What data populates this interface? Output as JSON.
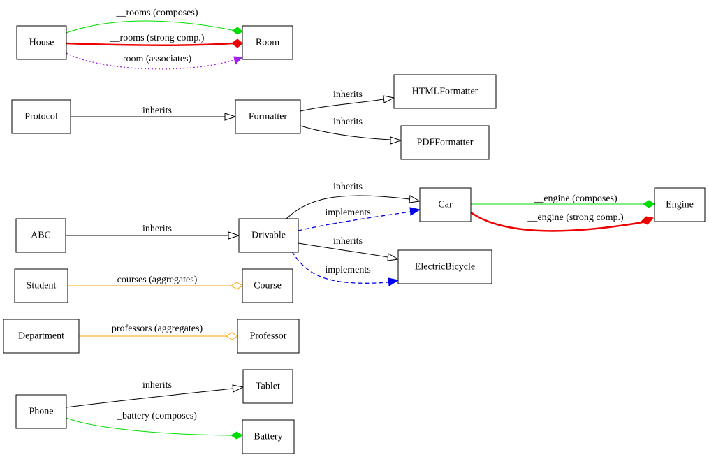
{
  "nodes": {
    "house": "House",
    "room": "Room",
    "protocol": "Protocol",
    "formatter": "Formatter",
    "htmlformatter": "HTMLFormatter",
    "pdfformatter": "PDFFormatter",
    "abc": "ABC",
    "drivable": "Drivable",
    "car": "Car",
    "engine": "Engine",
    "electricbicycle": "ElectricBicycle",
    "student": "Student",
    "course": "Course",
    "department": "Department",
    "professor": "Professor",
    "phone": "Phone",
    "tablet": "Tablet",
    "battery": "Battery"
  },
  "edges": {
    "house_room_composes": "__rooms (composes)",
    "house_room_strong": "__rooms (strong comp.)",
    "house_room_associates": "room (associates)",
    "protocol_formatter": "inherits",
    "formatter_html": "inherits",
    "formatter_pdf": "inherits",
    "drivable_car_inherits": "inherits",
    "drivable_car_implements": "implements",
    "car_engine_composes": "__engine (composes)",
    "car_engine_strong": "__engine (strong comp.)",
    "abc_drivable": "inherits",
    "drivable_ebike_inherits": "inherits",
    "drivable_ebike_implements": "implements",
    "student_course": "courses (aggregates)",
    "department_professor": "professors (aggregates)",
    "phone_tablet": "inherits",
    "phone_battery": "_battery (composes)"
  },
  "colors": {
    "inherits": "#000000",
    "composes": "#00dd00",
    "strong_composition": "#ee0000",
    "associates": "#a020f0",
    "implements": "#0000ee",
    "aggregates": "#ffa500"
  }
}
